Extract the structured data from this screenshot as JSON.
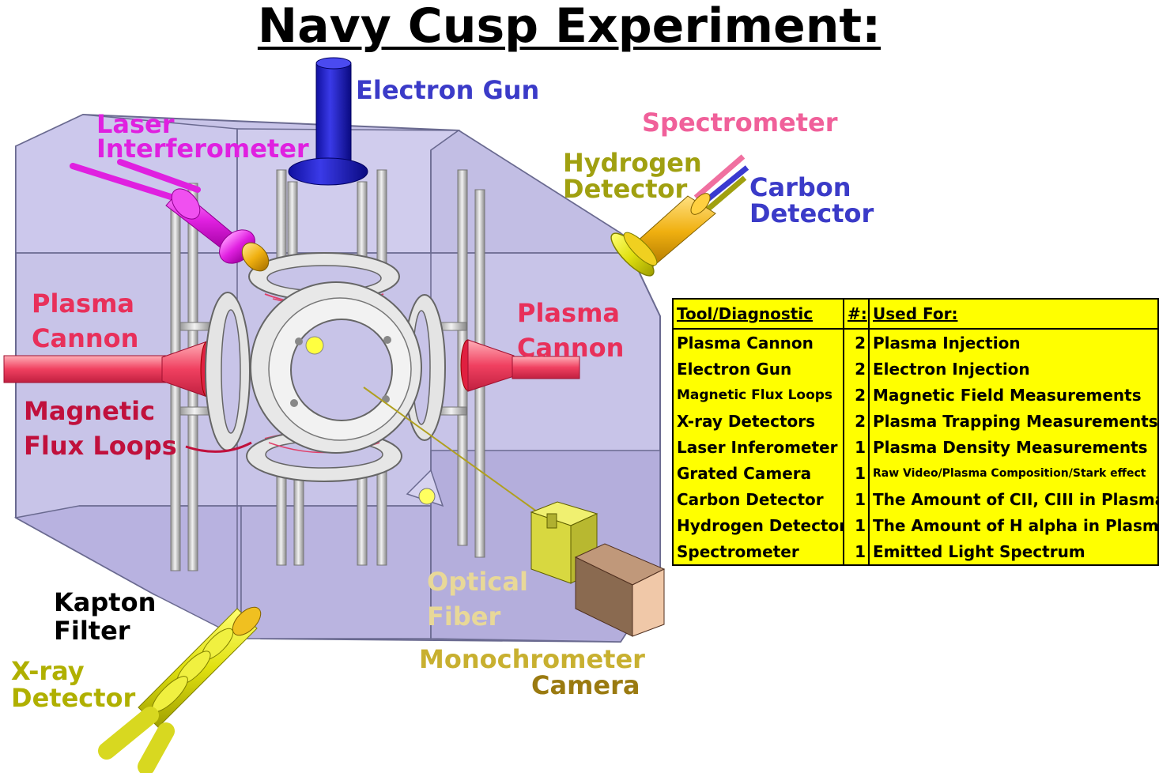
{
  "title": "Navy Cusp Experiment:",
  "labels": {
    "electron_gun": "Electron Gun",
    "laser_1": "Laser",
    "laser_2": "Interferometer",
    "spectrometer": "Spectrometer",
    "hydrogen_1": "Hydrogen",
    "hydrogen_2": "Detector",
    "carbon_1": "Carbon",
    "carbon_2": "Detector",
    "plasma_left_1": "Plasma",
    "plasma_left_2": "Cannon",
    "plasma_right_1": "Plasma",
    "plasma_right_2": "Cannon",
    "flux_1": "Magnetic",
    "flux_2": "Flux Loops",
    "optical_1": "Optical",
    "optical_2": "Fiber",
    "kapton_1": "Kapton",
    "kapton_2": "Filter",
    "xray_1": "X-ray",
    "xray_2": "Detector",
    "mono_1": "Monochrometer",
    "mono_2": "Camera"
  },
  "colors": {
    "electron_gun": "#3b3bc8",
    "laser": "#e020e0",
    "spectrometer": "#f0609a",
    "hydrogen": "#a0a010",
    "carbon": "#3b3bc8",
    "plasma": "#e8305a",
    "flux": "#c0103c",
    "optical": "#e8d898",
    "kapton": "#000000",
    "xray": "#b0b000",
    "mono_1": "#c8b030",
    "mono_2": "#9a7a10",
    "chamber": "#c4c0e6",
    "table_bg": "#ffff00"
  },
  "table": {
    "headers": [
      "Tool/Diagnostic",
      "#:",
      "Used For:"
    ],
    "rows": [
      {
        "tool": "Plasma Cannon",
        "count": "2",
        "use": "Plasma Injection"
      },
      {
        "tool": "Electron Gun",
        "count": "2",
        "use": "Electron Injection"
      },
      {
        "tool": "Magnetic Flux Loops",
        "count": "2",
        "use": "Magnetic Field Measurements"
      },
      {
        "tool": "X-ray Detectors",
        "count": "2",
        "use": "Plasma Trapping Measurements"
      },
      {
        "tool": "Laser Inferometer",
        "count": "1",
        "use": "Plasma Density Measurements"
      },
      {
        "tool": "Grated Camera",
        "count": "1",
        "use": "Raw Video/Plasma Composition/Stark effect"
      },
      {
        "tool": "Carbon Detector",
        "count": "1",
        "use": "The Amount of CII, CIII in Plasma"
      },
      {
        "tool": "Hydrogen Detector",
        "count": "1",
        "use": "The Amount of H alpha in Plasma"
      },
      {
        "tool": "Spectrometer",
        "count": "1",
        "use": "Emitted Light Spectrum"
      }
    ]
  }
}
